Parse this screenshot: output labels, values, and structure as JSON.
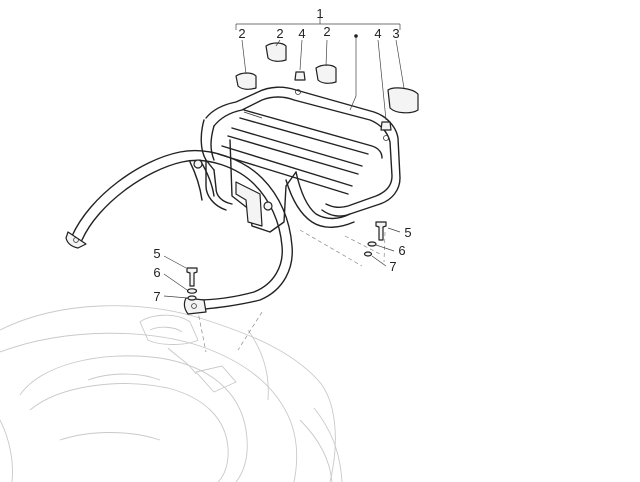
{
  "callouts": {
    "assembly": "1",
    "cover_left": "2",
    "cover_mid": "2",
    "cover_right": "2",
    "cap_left": "4",
    "cap_right": "4",
    "pad": "3",
    "screw_right": "5",
    "washer_right": "6",
    "nut_right": "7",
    "screw_left": "5",
    "washer_left": "6",
    "nut_left": "7"
  },
  "colors": {
    "line": "#222222",
    "ghost": "#c9c9c9",
    "background": "#ffffff"
  }
}
